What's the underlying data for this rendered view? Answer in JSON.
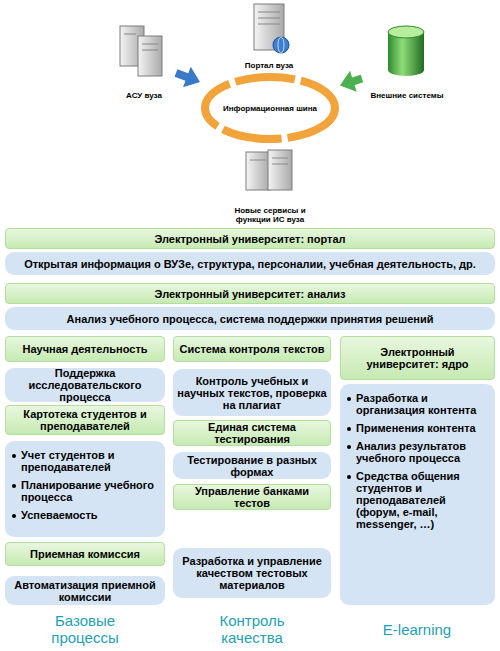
{
  "diagram": {
    "nodes": [
      {
        "text": [
          "Портал вуза"
        ]
      },
      {
        "text": [
          "АСУ вуза"
        ]
      },
      {
        "text": [
          "Информационная шина"
        ]
      },
      {
        "text": [
          "Внешние системы"
        ]
      },
      {
        "text": [
          "Новые сервисы и функции ИС вуза"
        ]
      },
      {
        "text": [
          "Электронный университет: портал"
        ]
      },
      {
        "text": [
          "Открытая информация о ВУЗе, структура, персоналии, учебная деятельность, др."
        ]
      },
      {
        "text": [
          "Электронный университет: анализ"
        ]
      },
      {
        "text": [
          "Анализ учебного процесса, система поддержки принятия решений"
        ]
      },
      {
        "text": [
          "Научная деятельность"
        ]
      },
      {
        "text": [
          "Система контроля текстов"
        ]
      },
      {
        "text": [
          "Электронный университет: ядро"
        ]
      },
      {
        "text": [
          "Поддержка исследовательского процесса"
        ]
      },
      {
        "text": [
          "Контроль учебных и научных текстов, проверка на плагиат"
        ]
      },
      {
        "text": [
          "Разработка и организация контента",
          "Применения контента",
          "Анализ результатов учебного процесса",
          "Средства общения студентов и преподавателей (форум, e-mail, messenger, …)"
        ]
      },
      {
        "text": [
          "Картотека студентов и преподавателей"
        ]
      },
      {
        "text": [
          "Единая система тестирования"
        ]
      },
      {
        "text": [
          "Тестирование в разных формах"
        ]
      },
      {
        "text": [
          "Учет студентов и преподавателей",
          "Планирование учебного процесса",
          "Успеваемость"
        ]
      },
      {
        "text": [
          "Управление банками тестов"
        ]
      },
      {
        "text": [
          "Приемная комиссия"
        ]
      },
      {
        "text": [
          "Разработка и управление качеством тестовых материалов"
        ]
      },
      {
        "text": [
          "Автоматизация приемной комиссии"
        ]
      }
    ],
    "edges": [
      {
        "from": 1,
        "to": 2,
        "arrow": "to"
      },
      {
        "from": 3,
        "to": 2,
        "arrow": "to"
      }
    ],
    "labels": [
      "Базовые процессы",
      "Контроль качества",
      "E-learning"
    ]
  }
}
